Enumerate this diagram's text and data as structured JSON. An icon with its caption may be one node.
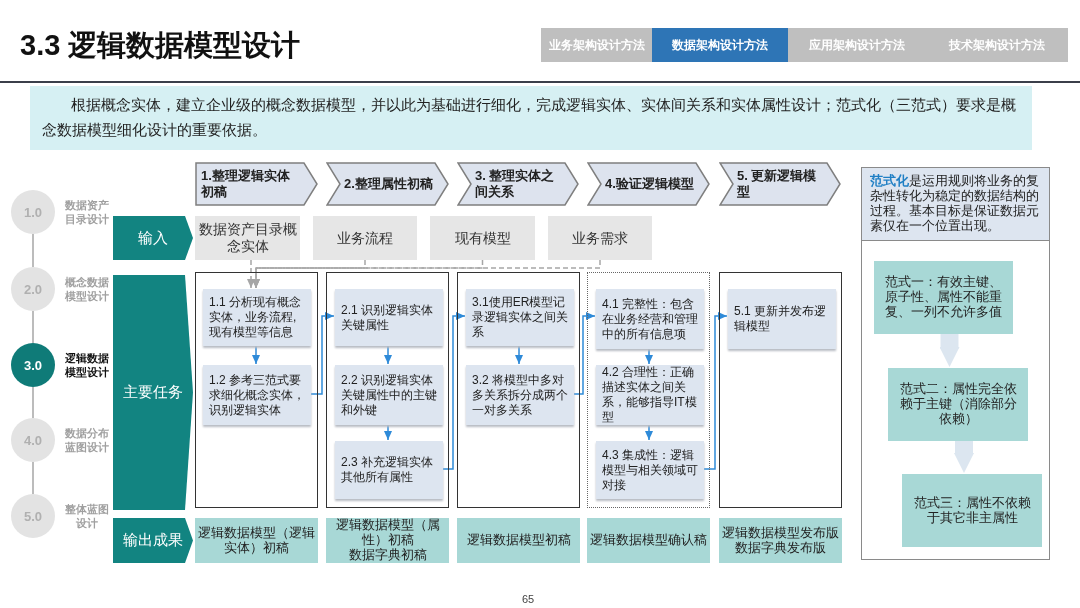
{
  "diagram": {
    "title": "3.3 逻辑数据模型设计",
    "nodes": [
      {
        "text": [
          "1.0"
        ],
        "beside": [
          "数据资产目录设计"
        ]
      },
      {
        "text": [
          "2.0"
        ],
        "beside": [
          "概念数据模型设计"
        ]
      },
      {
        "text": [
          "3.0"
        ],
        "beside": [
          "逻辑数据模型设计"
        ]
      },
      {
        "text": [
          "4.0"
        ],
        "beside": [
          "数据分布蓝图设计"
        ]
      },
      {
        "text": [
          "5.0"
        ],
        "beside": [
          "整体蓝图设计"
        ]
      },
      {
        "text": [
          "1.整理逻辑实体初稿"
        ]
      },
      {
        "text": [
          "2.整理属性初稿"
        ]
      },
      {
        "text": [
          "3. 整理实体之间关系"
        ]
      },
      {
        "text": [
          "4.验证逻辑模型"
        ]
      },
      {
        "text": [
          "5. 更新逻辑模型"
        ]
      },
      {
        "text": [
          "输入"
        ]
      },
      {
        "text": [
          "主要任务"
        ]
      },
      {
        "text": [
          "输出成果"
        ]
      },
      {
        "text": [
          "数据资产目录概念实体"
        ]
      },
      {
        "text": [
          "业务流程"
        ]
      },
      {
        "text": [
          "现有模型"
        ]
      },
      {
        "text": [
          "业务需求"
        ]
      },
      {
        "text": [],
        "shape": "box"
      },
      {
        "text": [
          "1.1 分析现有概念实体，业务流程,现有模型等信息"
        ],
        "in": 17
      },
      {
        "text": [
          "1.2 参考三范式要求细化概念实体，识别逻辑实体"
        ],
        "in": 17
      },
      {
        "text": [],
        "shape": "box"
      },
      {
        "text": [
          "2.1 识别逻辑实体关键属性"
        ],
        "in": 20
      },
      {
        "text": [
          "2.2 识别逻辑实体关键属性中的主键和外键"
        ],
        "in": 20
      },
      {
        "text": [
          "2.3 补充逻辑实体其他所有属性"
        ],
        "in": 20
      },
      {
        "text": [],
        "shape": "box"
      },
      {
        "text": [
          "3.1使用ER模型记录逻辑实体之间关系"
        ],
        "in": 24
      },
      {
        "text": [
          "3.2 将模型中多对多关系拆分成两个一对多关系"
        ],
        "in": 24
      },
      {
        "text": [],
        "shape": "box"
      },
      {
        "text": [
          "4.1 完整性：包含在业务经营和管理中的所有信息项"
        ],
        "in": 27
      },
      {
        "text": [
          "4.2 合理性：正确描述实体之间关系，能够指导IT模型"
        ],
        "in": 27
      },
      {
        "text": [
          "4.3 集成性：逻辑模型与相关领域可对接"
        ],
        "in": 27
      },
      {
        "text": [],
        "shape": "box"
      },
      {
        "text": [
          "5.1 更新并发布逻辑模型"
        ],
        "in": 31
      },
      {
        "text": [
          "逻辑数据模型（逻辑实体）初稿"
        ]
      },
      {
        "text": [
          "逻辑数据模型（属性）初稿",
          "数据字典初稿"
        ]
      },
      {
        "text": [
          "逻辑数据模型初稿"
        ]
      },
      {
        "text": [
          "逻辑数据模型确认稿"
        ]
      },
      {
        "text": [
          "逻辑数据模型发布版",
          "数据字典发布版"
        ]
      },
      {
        "text": [
          "**范式化**是运用规则将业务的复杂性转化为稳定的数据结构的过程。基本目标是保证数据元素仅在一个位置出现。"
        ]
      },
      {
        "text": [
          "范式一：有效主键、原子性、属性不能重复、一列不允许多值"
        ],
        "in": 38
      },
      {
        "text": [
          "范式二：属性完全依赖于主键（消除部分依赖）"
        ],
        "in": 38
      },
      {
        "text": [
          "范式三：属性不依赖于其它非主属性"
        ],
        "in": 38
      }
    ],
    "edges": [
      {
        "from": 0,
        "to": 1,
        "arrow": "none",
        "color": "#a6a6a6"
      },
      {
        "from": 1,
        "to": 2,
        "arrow": "none",
        "color": "#a6a6a6"
      },
      {
        "from": 2,
        "to": 3,
        "arrow": "none",
        "color": "#a6a6a6"
      },
      {
        "from": 3,
        "to": 4,
        "arrow": "none",
        "color": "#a6a6a6"
      },
      {
        "from": 13,
        "to": 18,
        "arrow": "to",
        "style": "dashed",
        "color": "#a6a6a6"
      },
      {
        "from": 14,
        "to": 18,
        "arrow": "to",
        "style": "dashed",
        "color": "#a6a6a6"
      },
      {
        "from": 15,
        "to": 18,
        "arrow": "to",
        "style": "dashed",
        "color": "#a6a6a6"
      },
      {
        "from": 16,
        "to": 18,
        "arrow": "to",
        "style": "dashed",
        "color": "#a6a6a6"
      },
      {
        "from": 18,
        "to": 19,
        "arrow": "to"
      },
      {
        "from": 19,
        "to": 21,
        "arrow": "to"
      },
      {
        "from": 21,
        "to": 22,
        "arrow": "to"
      },
      {
        "from": 22,
        "to": 23,
        "arrow": "to"
      },
      {
        "from": 23,
        "to": 25,
        "arrow": "to"
      },
      {
        "from": 25,
        "to": 26,
        "arrow": "to"
      },
      {
        "from": 26,
        "to": 28,
        "arrow": "to"
      },
      {
        "from": 28,
        "to": 29,
        "arrow": "to"
      },
      {
        "from": 29,
        "to": 30,
        "arrow": "to"
      },
      {
        "from": 30,
        "to": 32,
        "arrow": "to"
      },
      {
        "from": 39,
        "to": 40,
        "arrow": "to",
        "style": "thick",
        "color": "#dce6f0"
      },
      {
        "from": 40,
        "to": 41,
        "arrow": "to",
        "style": "thick",
        "color": "#dce6f0"
      }
    ],
    "labels": [
      "业务架构设计方法",
      "数据架构设计方法",
      "应用架构设计方法",
      "技术架构设计方法",
      "根据概念实体，建立企业级的概念数据模型，并以此为基础进行细化，完成逻辑实体、实体间关系和实体属性设计；范式化（三范式）要求是概念数据模型细化设计的重要依据。",
      "65"
    ]
  }
}
